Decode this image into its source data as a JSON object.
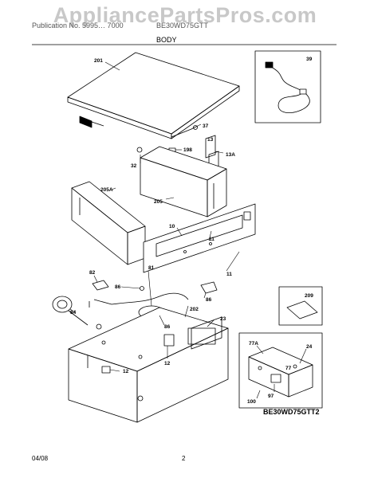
{
  "watermark": "AppliancePartsPros.com",
  "header": {
    "left": "Publication No. 5995… 7000",
    "right": "BE30WD75GTT",
    "section_title": "BODY"
  },
  "drawing_number": "BE30WD75GTT2",
  "footer": {
    "date": "04/08",
    "page": "2"
  },
  "part_labels": [
    "201",
    "39",
    "37",
    "198",
    "13",
    "13A",
    "32",
    "205A",
    "205",
    "10",
    "11",
    "11",
    "82",
    "86",
    "81",
    "86",
    "84",
    "202",
    "23",
    "86",
    "12",
    "12",
    "209",
    "77A",
    "24",
    "77",
    "100",
    "97"
  ],
  "colors": {
    "line": "#000000",
    "watermark": "#c8c8c8",
    "background": "#ffffff"
  }
}
